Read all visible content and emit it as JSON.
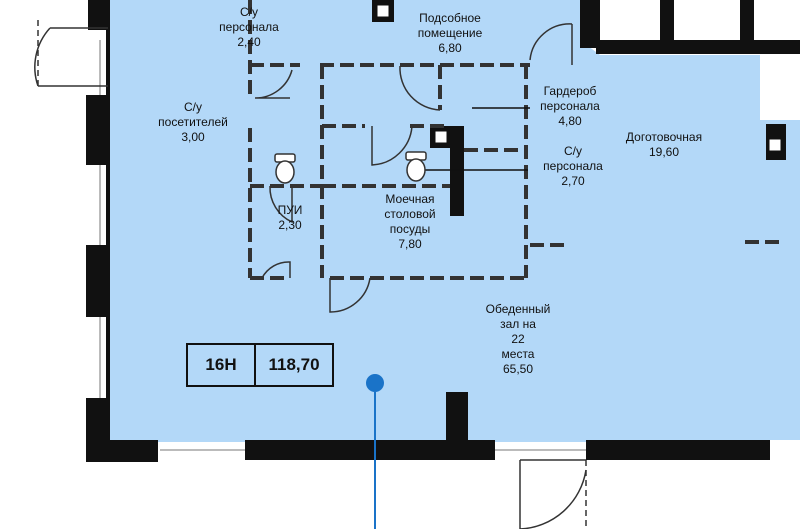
{
  "plan": {
    "colors": {
      "floor": "#b3d8f8",
      "wall": "#111111",
      "marker": "#1a73c8"
    },
    "rooms": [
      {
        "id": "su-staff-1",
        "lines": [
          "С/у",
          "персонала",
          "2,40"
        ]
      },
      {
        "id": "utility",
        "lines": [
          "Подсобное",
          "помещение",
          "6,80"
        ]
      },
      {
        "id": "su-visitors",
        "lines": [
          "С/у",
          "посетителей",
          "3,00"
        ]
      },
      {
        "id": "wardrobe",
        "lines": [
          "Гардероб",
          "персонала",
          "4,80"
        ]
      },
      {
        "id": "prep",
        "lines": [
          "Доготовочная",
          "19,60"
        ]
      },
      {
        "id": "su-staff-2",
        "lines": [
          "С/у",
          "персонала",
          "2,70"
        ]
      },
      {
        "id": "pui",
        "lines": [
          "ПУИ",
          "2,30"
        ]
      },
      {
        "id": "dishwash",
        "lines": [
          "Моечная",
          "столовой",
          "посуды",
          "7,80"
        ]
      },
      {
        "id": "dining",
        "lines": [
          "Обеденный",
          "зал на",
          "22",
          "места",
          "65,50"
        ]
      }
    ],
    "unit": {
      "code": "16Н",
      "area": "118,70"
    },
    "icons": [
      "toilet-icon",
      "toilet-icon",
      "location-marker-icon"
    ]
  }
}
